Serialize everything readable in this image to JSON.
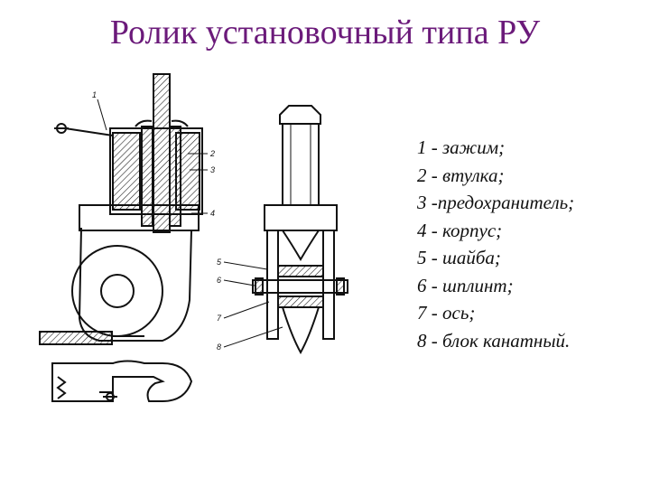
{
  "title": "Ролик установочный типа РУ",
  "legend": [
    "1 - зажим;",
    "2 - втулка;",
    "3 -предохранитель;",
    "4 - корпус;",
    "5 - шайба;",
    "6 - шплинт;",
    "7 - ось;",
    "8 - блок канатный."
  ],
  "callouts": [
    "1",
    "2",
    "3",
    "4",
    "5",
    "6",
    "7",
    "8"
  ]
}
